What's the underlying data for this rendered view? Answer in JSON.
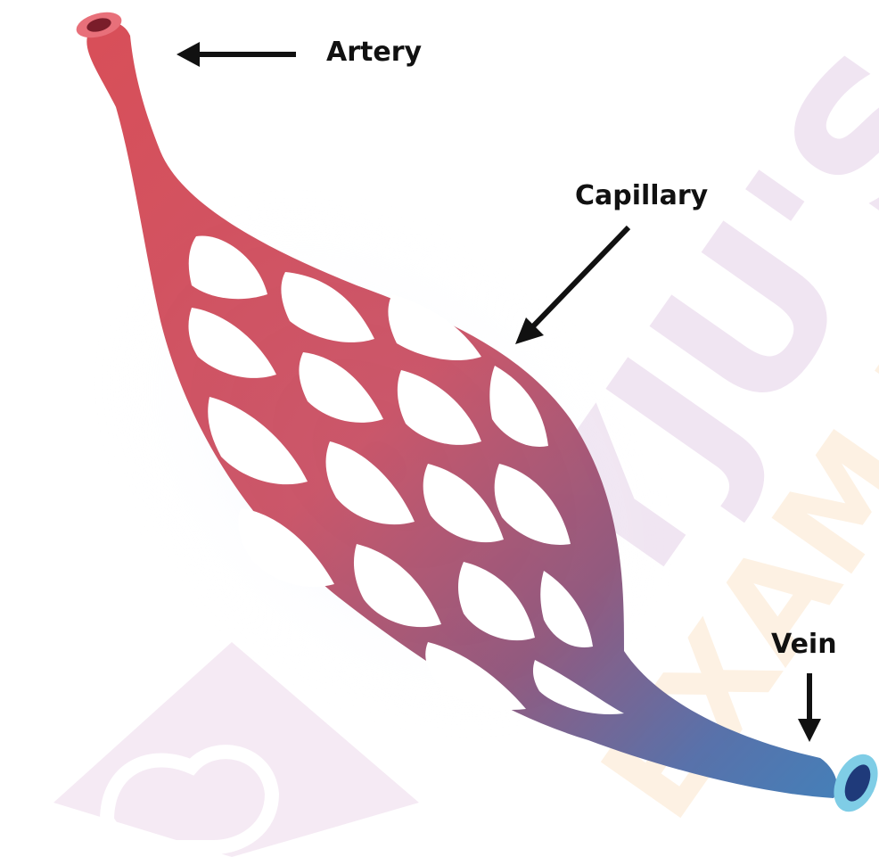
{
  "labels": {
    "artery": "Artery",
    "capillary": "Capillary",
    "vein": "Vein"
  },
  "watermark": {
    "text": "BYJU'S",
    "subtext": "EXAM PREP"
  },
  "colors": {
    "artery": "#d6454f",
    "mid": "#9a4f77",
    "vein": "#3f74ad",
    "vein_opening": "#7fcde6",
    "arrow": "#111111",
    "watermark_primary": "#efe2f1",
    "watermark_secondary": "#fdf0e0"
  },
  "icons": {
    "arrow": "arrow-icon",
    "logo": "byjus-logo-icon"
  }
}
